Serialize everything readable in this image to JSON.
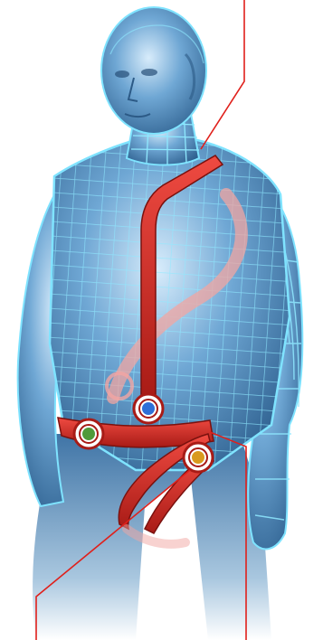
{
  "figure": {
    "body_fill": "#5f97c4",
    "body_shadow": "#2f5f8c",
    "wire_color": "#7fe3ff",
    "strap_color": "#d92a25",
    "strap_dark": "#8e1613",
    "callout_line_color": "#e0201b"
  },
  "sensors": [
    {
      "name": "chest-strap-sensor",
      "color": "#2e6fd8"
    },
    {
      "name": "hip-sensor",
      "color": "#4f9a3a"
    },
    {
      "name": "thigh-sensor",
      "color": "#d99a1e"
    }
  ]
}
